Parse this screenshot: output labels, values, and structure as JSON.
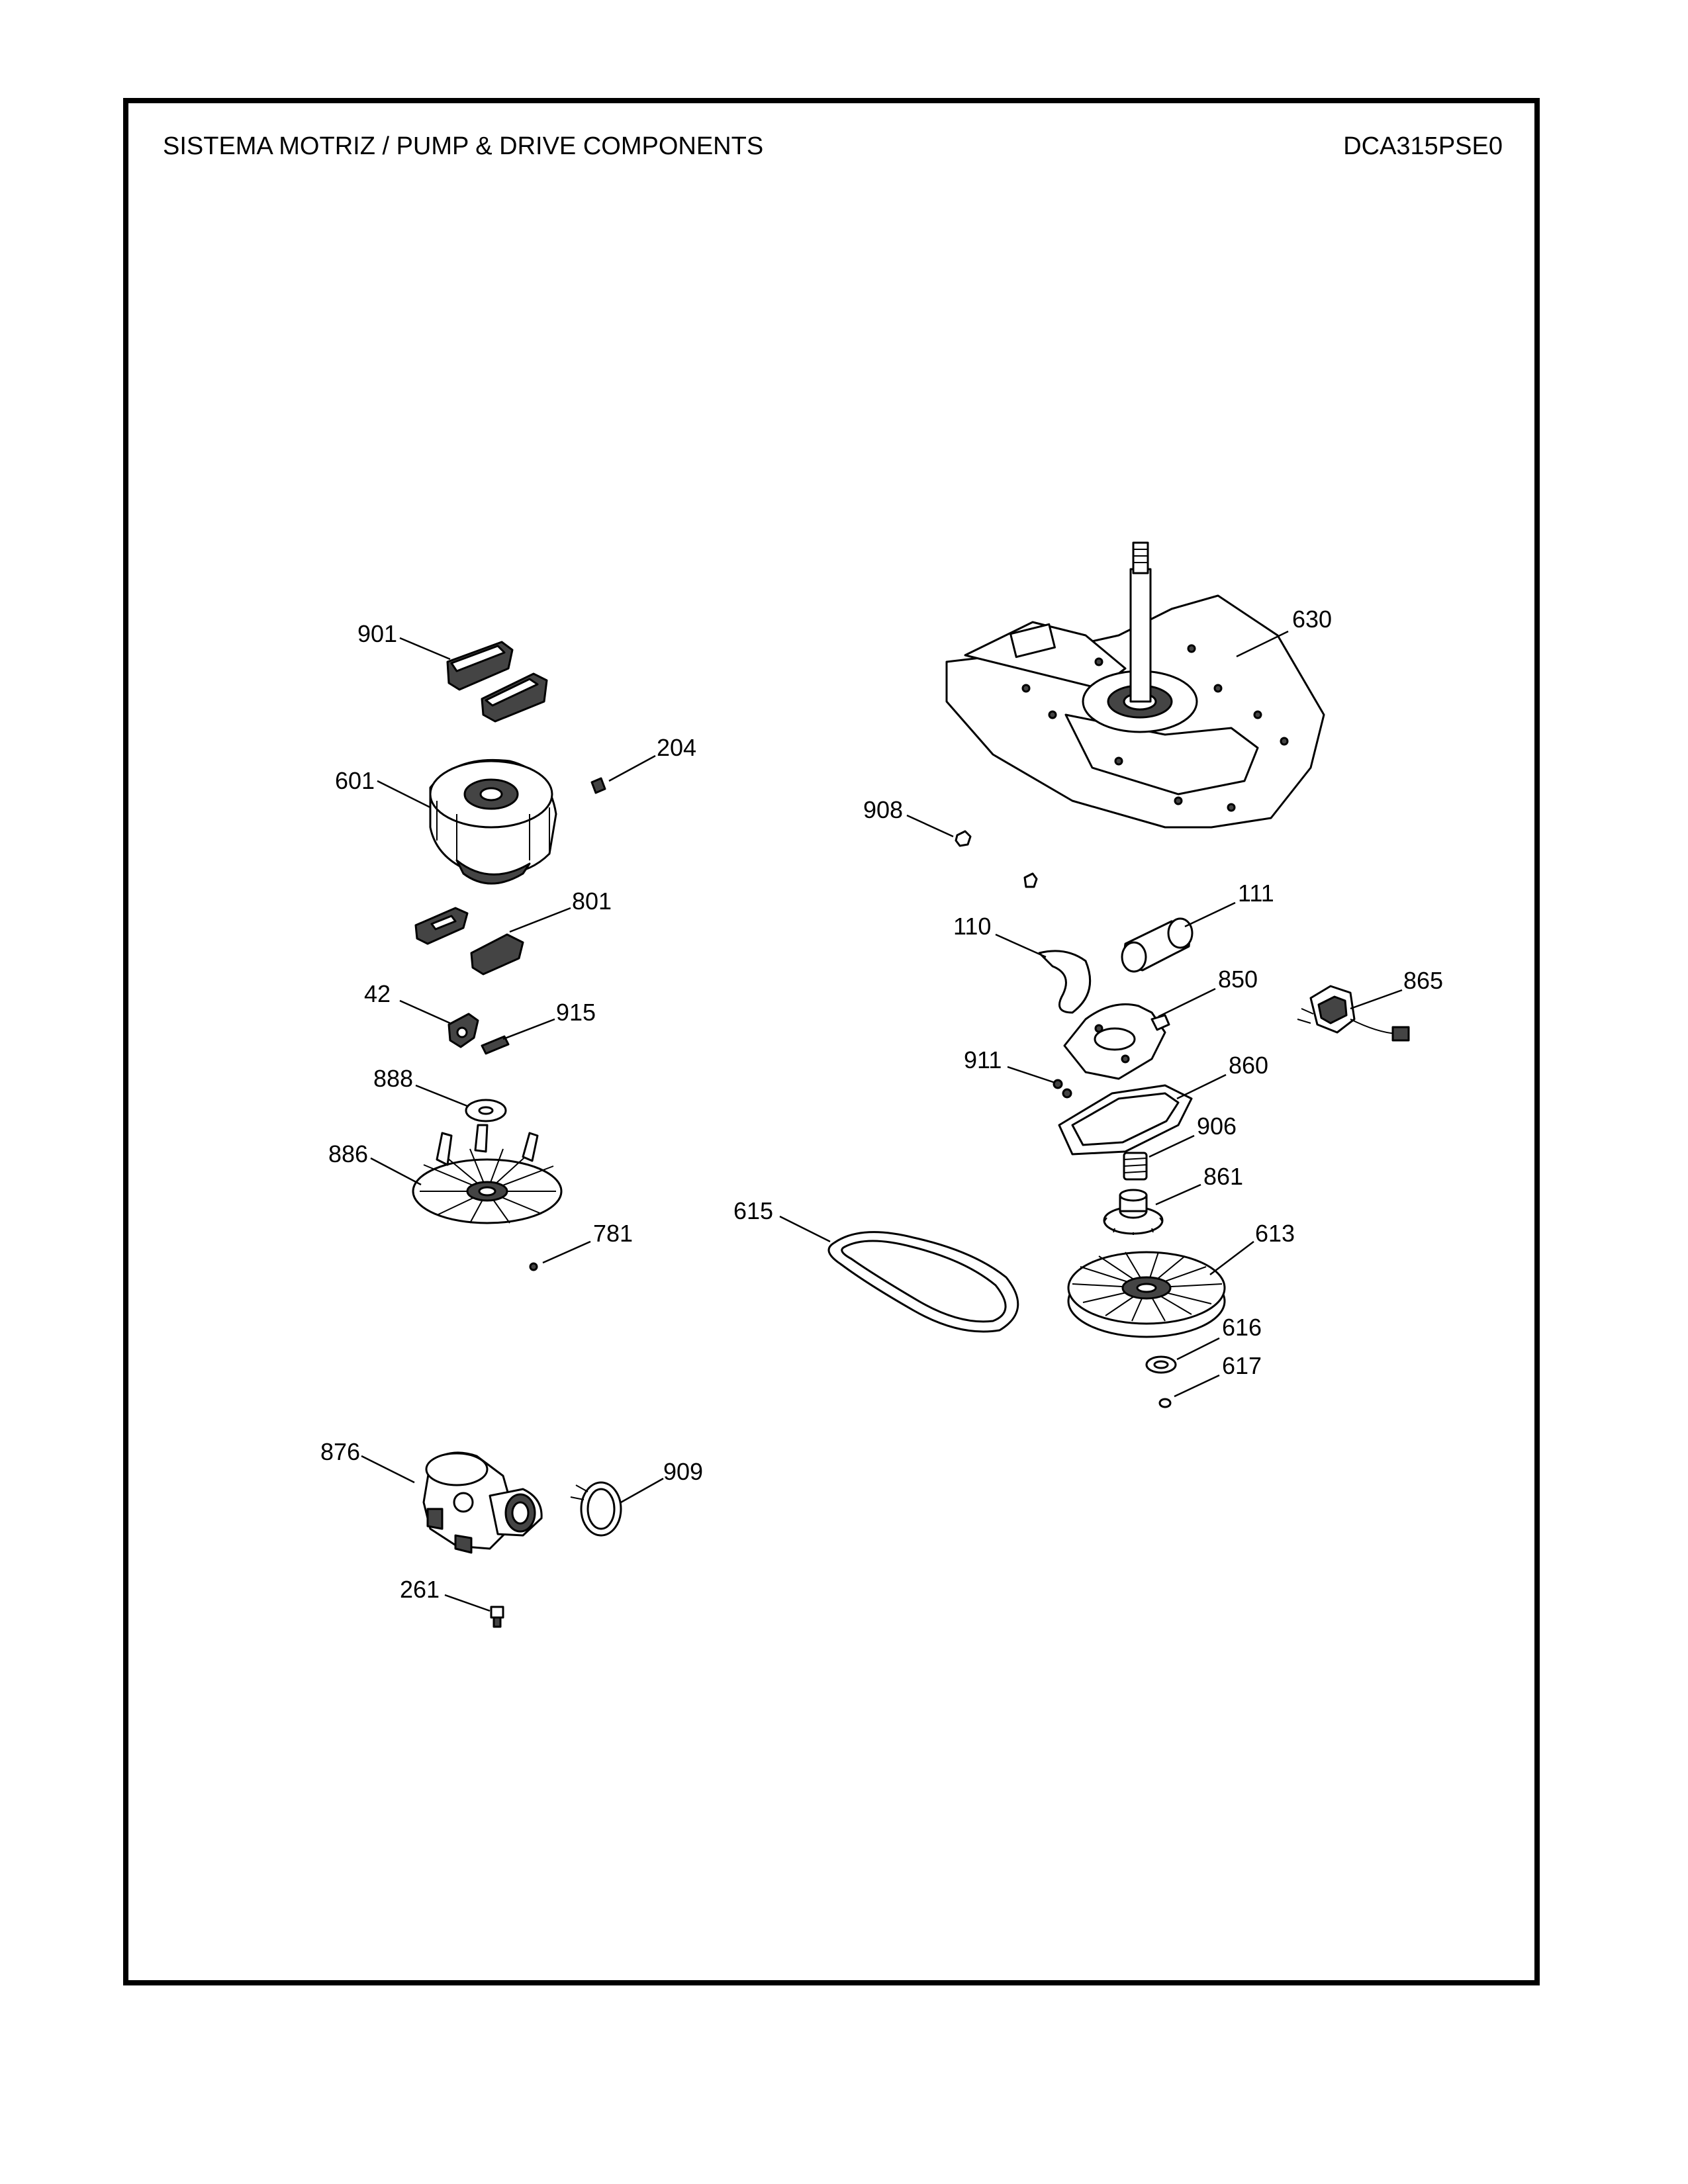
{
  "header": {
    "title": "SISTEMA MOTRIZ / PUMP  & DRIVE COMPONENTS",
    "model": "DCA315PSE0"
  },
  "callouts": [
    {
      "id": "c901",
      "label": "901"
    },
    {
      "id": "c204",
      "label": "204"
    },
    {
      "id": "c601",
      "label": "601"
    },
    {
      "id": "c801",
      "label": "801"
    },
    {
      "id": "c42",
      "label": "42"
    },
    {
      "id": "c915",
      "label": "915"
    },
    {
      "id": "c888",
      "label": "888"
    },
    {
      "id": "c886",
      "label": "886"
    },
    {
      "id": "c781",
      "label": "781"
    },
    {
      "id": "c876",
      "label": "876"
    },
    {
      "id": "c909",
      "label": "909"
    },
    {
      "id": "c261",
      "label": "261"
    },
    {
      "id": "c630",
      "label": "630"
    },
    {
      "id": "c908",
      "label": "908"
    },
    {
      "id": "c111",
      "label": "111"
    },
    {
      "id": "c110",
      "label": "110"
    },
    {
      "id": "c850",
      "label": "850"
    },
    {
      "id": "c865",
      "label": "865"
    },
    {
      "id": "c911",
      "label": "911"
    },
    {
      "id": "c860",
      "label": "860"
    },
    {
      "id": "c906",
      "label": "906"
    },
    {
      "id": "c861",
      "label": "861"
    },
    {
      "id": "c615",
      "label": "615"
    },
    {
      "id": "c613",
      "label": "613"
    },
    {
      "id": "c616",
      "label": "616"
    },
    {
      "id": "c617",
      "label": "617"
    }
  ]
}
